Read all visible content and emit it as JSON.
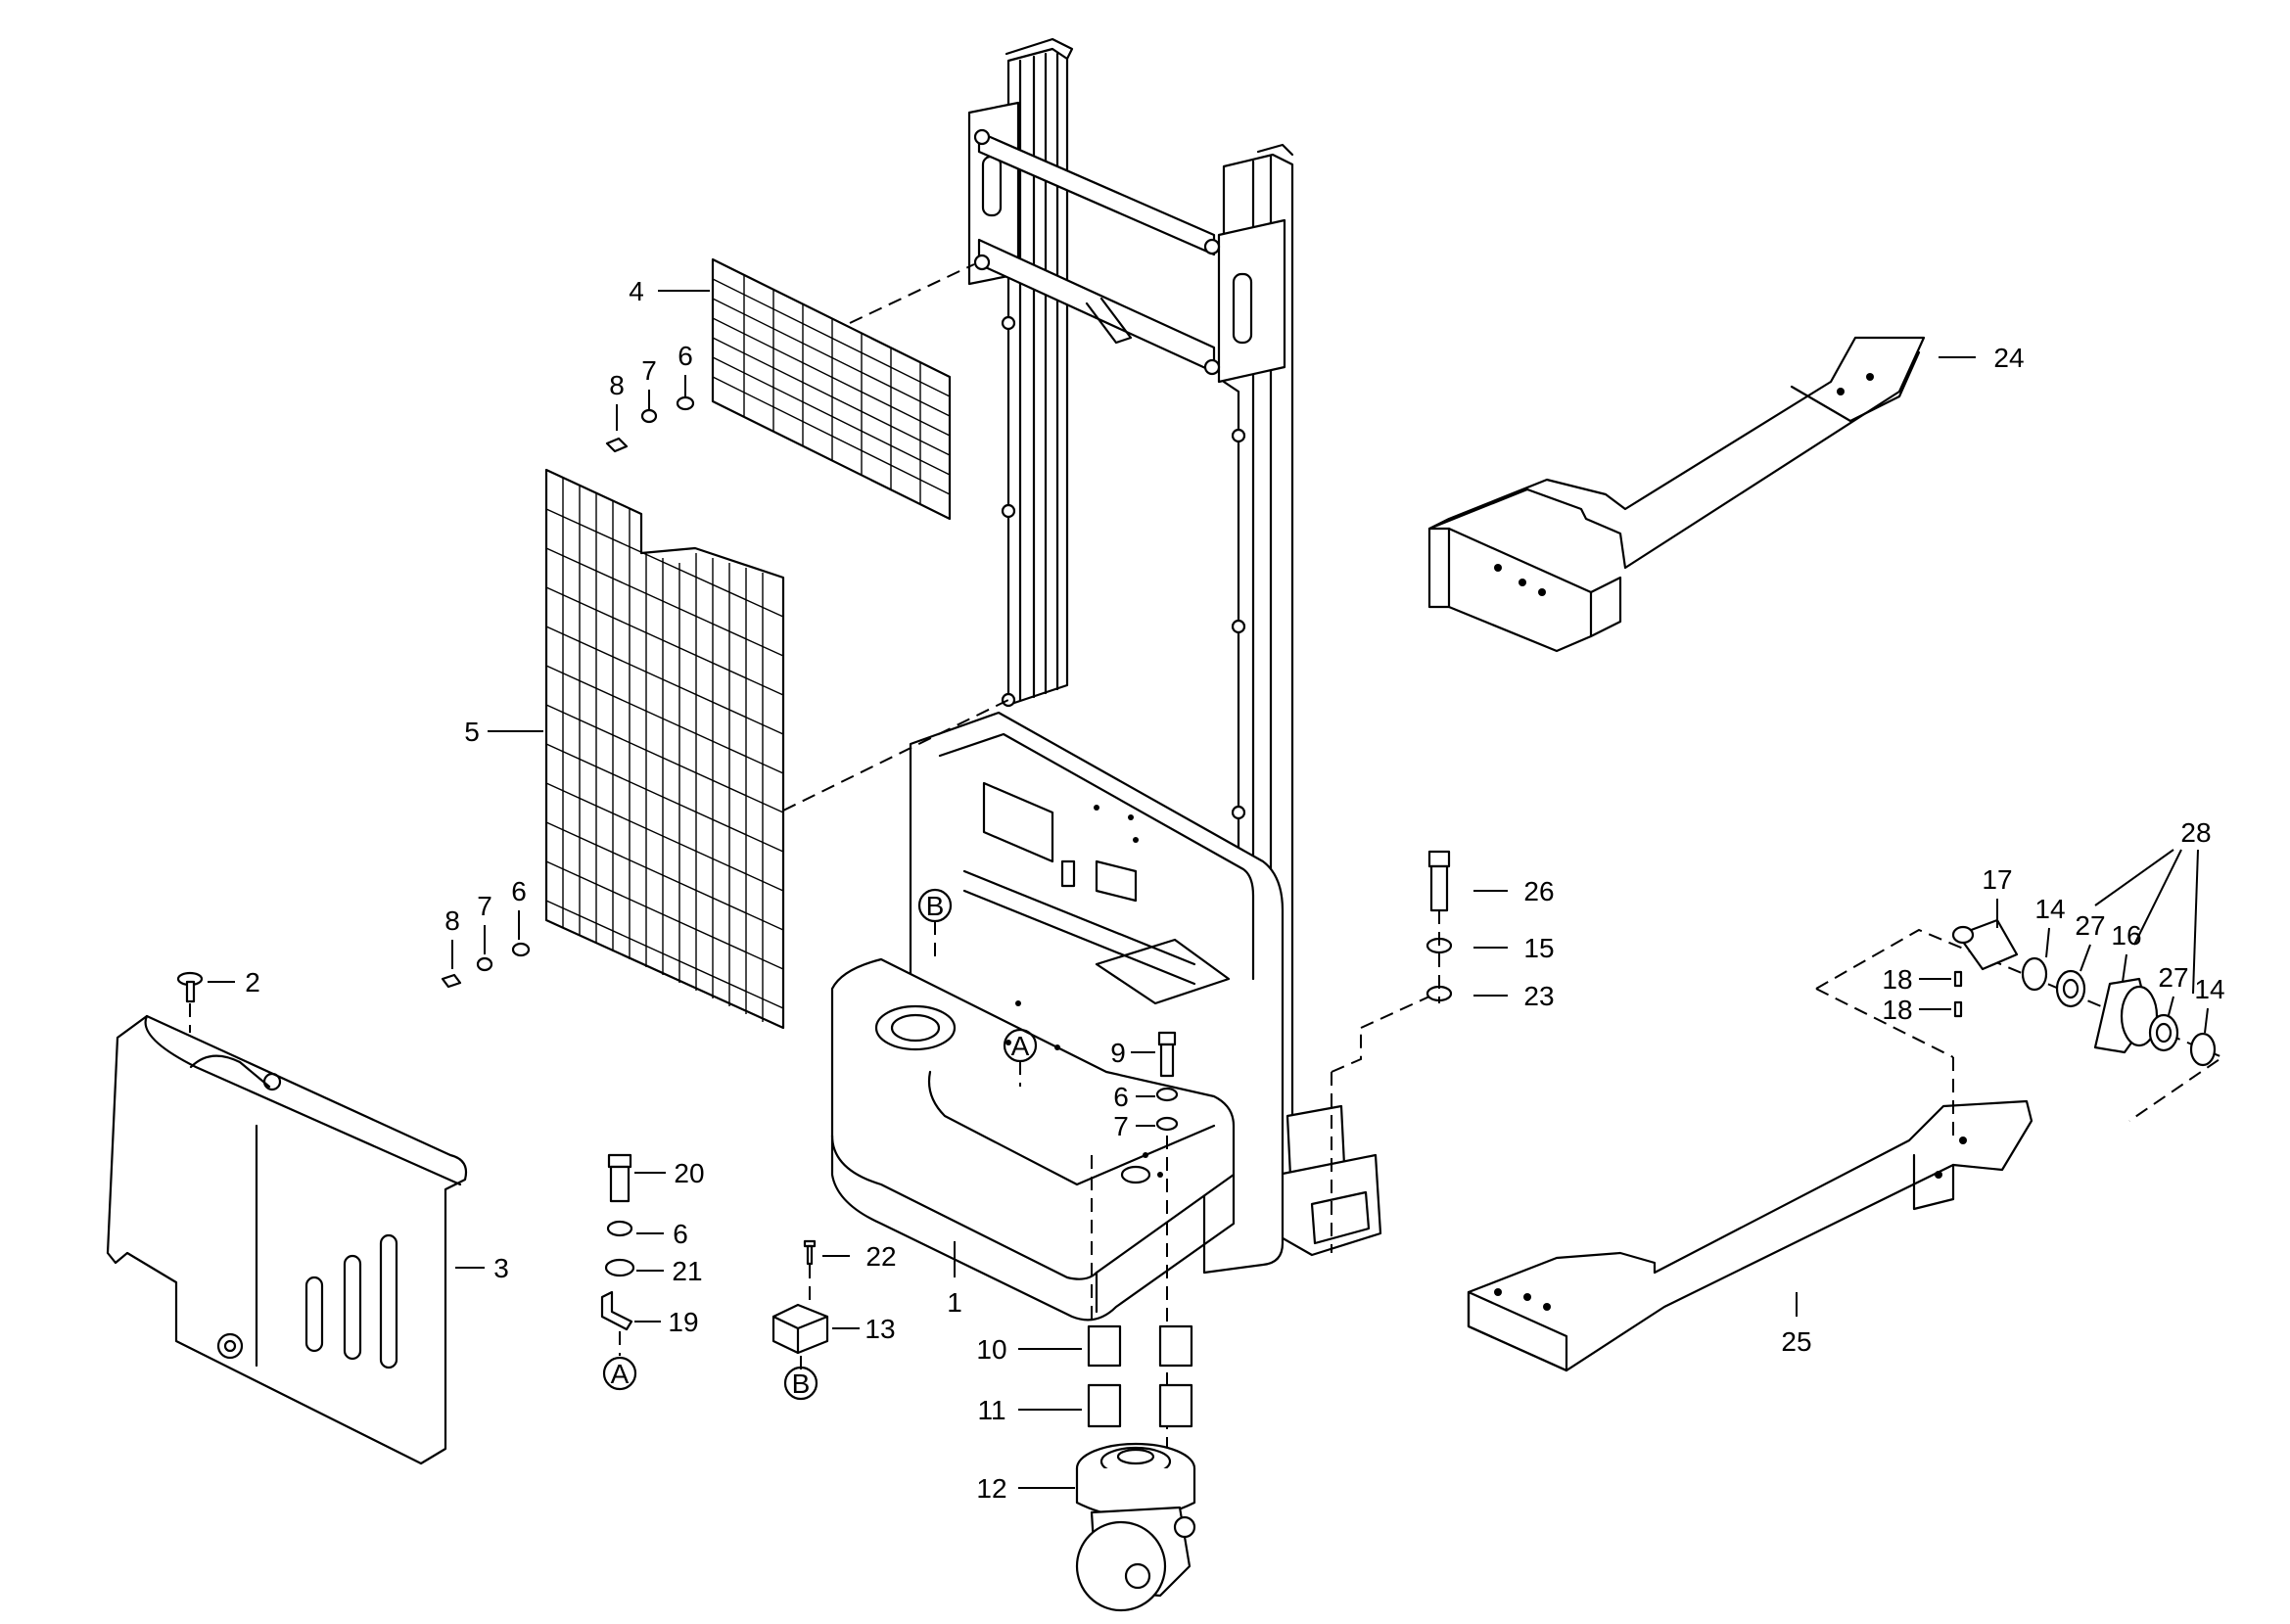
{
  "callouts": {
    "c1": "1",
    "c2": "2",
    "c3": "3",
    "c4": "4",
    "c5": "5",
    "c6a": "6",
    "c6b": "6",
    "c6c": "6",
    "c6d": "6",
    "c7a": "7",
    "c7b": "7",
    "c7c": "7",
    "c8a": "8",
    "c8b": "8",
    "c9": "9",
    "c10": "10",
    "c11": "11",
    "c12": "12",
    "c13": "13",
    "c14a": "14",
    "c14b": "14",
    "c15": "15",
    "c16": "16",
    "c17": "17",
    "c18a": "18",
    "c18b": "18",
    "c19": "19",
    "c20": "20",
    "c21": "21",
    "c22": "22",
    "c23": "23",
    "c24": "24",
    "c25": "25",
    "c26": "26",
    "c27a": "27",
    "c27b": "27",
    "c28": "28"
  },
  "markers": {
    "a1": "A",
    "a2": "A",
    "b1": "B",
    "b2": "B"
  }
}
